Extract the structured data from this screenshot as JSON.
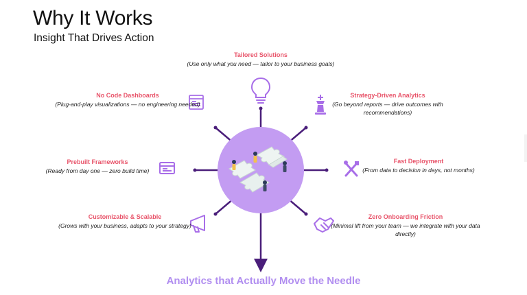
{
  "header": {
    "title": "Why It Works",
    "subtitle": "Insight That Drives Action"
  },
  "features": [
    {
      "id": "tailored",
      "title": "Tailored Solutions",
      "desc": "(Use only what you need — tailor to your business goals)",
      "icon": "lightbulb-icon"
    },
    {
      "id": "strategy",
      "title": "Strategy-Driven Analytics",
      "desc": "(Go beyond reports — drive outcomes with recommendations)",
      "icon": "chess-king-icon"
    },
    {
      "id": "fast",
      "title": "Fast Deployment",
      "desc": "(From data to decision in days, not months)",
      "icon": "tools-icon"
    },
    {
      "id": "onboarding",
      "title": "Zero Onboarding Friction",
      "desc": "(Minimal lift from your team — we integrate with your data directly)",
      "icon": "handshake-icon"
    },
    {
      "id": "customizable",
      "title": "Customizable & Scalable",
      "desc": "(Grows with your business, adapts to your strategy)",
      "icon": "megaphone-icon"
    },
    {
      "id": "prebuilt",
      "title": "Prebuilt Frameworks",
      "desc": "(Ready from day one — zero build time)",
      "icon": "browser-window-icon"
    },
    {
      "id": "nocode",
      "title": "No Code Dashboards",
      "desc": "(Plug-and-play visualizations — no engineering needed)",
      "icon": "dashboard-icon"
    }
  ],
  "bottom": {
    "title": "Analytics that Actually Move the Needle"
  },
  "colors": {
    "line": "#4a1e7a",
    "circle": "#c39cf2",
    "icon": "#a86ee8",
    "feature_title": "#e8546a",
    "bottom_title": "#b18ef0"
  }
}
